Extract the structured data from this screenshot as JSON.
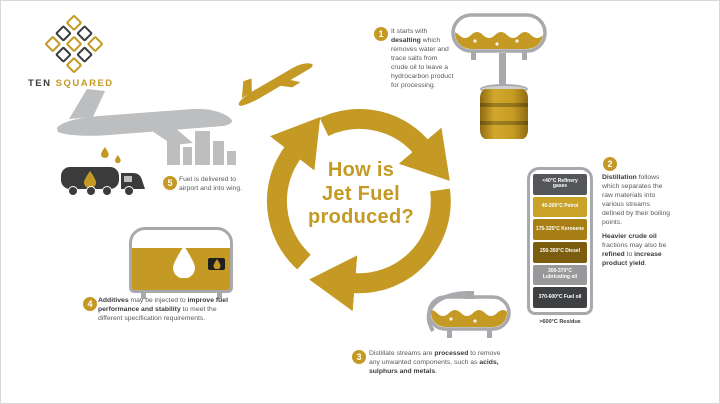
{
  "brand": {
    "word1": "TEN",
    "word2": "SQUARED"
  },
  "title": {
    "line1": "How is",
    "line2": "Jet Fuel",
    "line3": "produced?"
  },
  "steps": [
    {
      "number": "1",
      "paras": [
        [
          {
            "t": "It starts with "
          },
          {
            "t": "desalting",
            "b": true
          },
          {
            "t": " which removes water and trace salts from crude oil to leave a hydrocarbon product for processing."
          }
        ]
      ]
    },
    {
      "number": "2",
      "paras": [
        [
          {
            "t": "Distillation",
            "b": true
          },
          {
            "t": " follows which separates the raw materials into various streams defined by their boiling points."
          }
        ],
        [
          {
            "t": "Heavier crude oil",
            "b": true
          },
          {
            "t": " fractions may also be "
          },
          {
            "t": "refined",
            "b": true
          },
          {
            "t": " to "
          },
          {
            "t": "increase product yield",
            "b": true
          },
          {
            "t": "."
          }
        ]
      ]
    },
    {
      "number": "3",
      "paras": [
        [
          {
            "t": "Distillate streams are "
          },
          {
            "t": "processed",
            "b": true
          },
          {
            "t": " to remove any unwanted components, such as "
          },
          {
            "t": "acids, sulphurs and metals",
            "b": true
          },
          {
            "t": "."
          }
        ]
      ]
    },
    {
      "number": "4",
      "paras": [
        [
          {
            "t": "Additives",
            "b": true
          },
          {
            "t": " may be injected to "
          },
          {
            "t": "improve fuel performance and stability",
            "b": true
          },
          {
            "t": " to meet the different specification requirements."
          }
        ]
      ]
    },
    {
      "number": "5",
      "paras": [
        [
          {
            "t": "Fuel is delivered to airport and into wing."
          }
        ]
      ]
    }
  ],
  "column": {
    "bands": [
      {
        "label": "<40°C Refinery gases",
        "color": "#55565a"
      },
      {
        "label": "40-205°C Petrol",
        "color": "#C9A227"
      },
      {
        "label": "175-325°C Kerosene",
        "color": "#a87f15"
      },
      {
        "label": "250-350°C Diesel",
        "color": "#7c5d10"
      },
      {
        "label": "300-370°C Lubricating oil",
        "color": "#98999b"
      },
      {
        "label": "370-600°C Fuel oil",
        "color": "#3f4042"
      }
    ],
    "residue_label": ">600°C Residue"
  },
  "icons": {
    "cycle-arrows-icon": "three gold circular process arrows",
    "airplane-large-icon": "gray jet silhouette",
    "airplane-small-icon": "gold climbing jet silhouette",
    "fuel-truck-icon": "dark fuel tanker truck with gold droplet",
    "droplet-icon": "teardrop fuel drop",
    "desalter-vessel-icon": "horizontal tank with wavy crude oil",
    "oil-barrel-icon": "gold oil drum",
    "distillation-column-icon": "fractionating column with colored bands",
    "processing-vessel-icon": "horizontal tank with pipe",
    "storage-tank-icon": "fuel storage tank with white droplet",
    "city-skyline-icon": "gray building silhouettes"
  },
  "colors": {
    "gold": "#C49A24",
    "gray": "#bcbec0",
    "dark": "#3b3b3c"
  }
}
